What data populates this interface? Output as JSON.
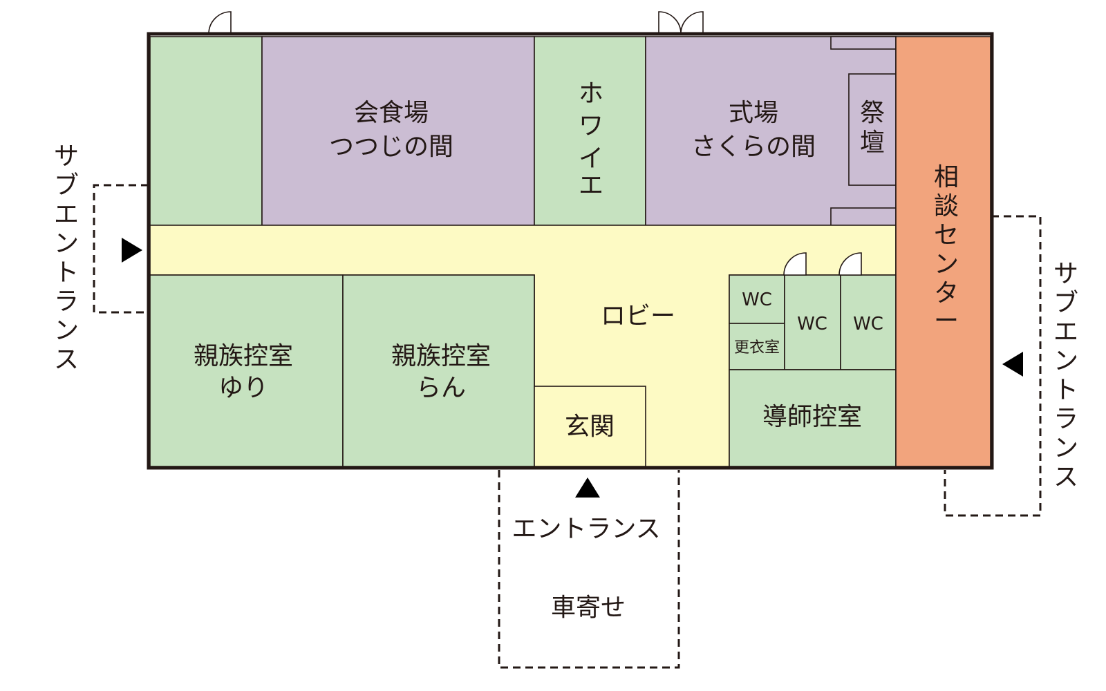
{
  "colors": {
    "green": "#c6e2c0",
    "purple": "#cbbdd3",
    "yellow": "#fdfac4",
    "orange": "#f2a47d",
    "wall": "#231815"
  },
  "rooms": {
    "dining": {
      "line1": "会食場",
      "line2": "つつじの間"
    },
    "foyer": {
      "chars": [
        "ホ",
        "ワ",
        "イ",
        "エ"
      ]
    },
    "ceremony": {
      "line1": "式場",
      "line2": "さくらの間"
    },
    "altar": {
      "chars": [
        "祭",
        "壇"
      ]
    },
    "consult": {
      "chars": [
        "相",
        "談",
        "セ",
        "ン",
        "タ",
        "ー"
      ]
    },
    "lobby": "ロビー",
    "family_yuri": {
      "line1": "親族控室",
      "line2": "ゆり"
    },
    "family_ran": {
      "line1": "親族控室",
      "line2": "らん"
    },
    "genkan": "玄関",
    "wc_1": "WC",
    "wc_2": "WC",
    "wc_3": "WC",
    "dressing": "更衣室",
    "priest": "導師控室"
  },
  "outside": {
    "sub_left": {
      "chars": [
        "サ",
        "ブ",
        "エ",
        "ン",
        "ト",
        "ラ",
        "ン",
        "ス"
      ]
    },
    "sub_right": {
      "chars": [
        "サ",
        "ブ",
        "エ",
        "ン",
        "ト",
        "ラ",
        "ン",
        "ス"
      ]
    },
    "entrance": "エントランス",
    "carport": "車寄せ"
  }
}
